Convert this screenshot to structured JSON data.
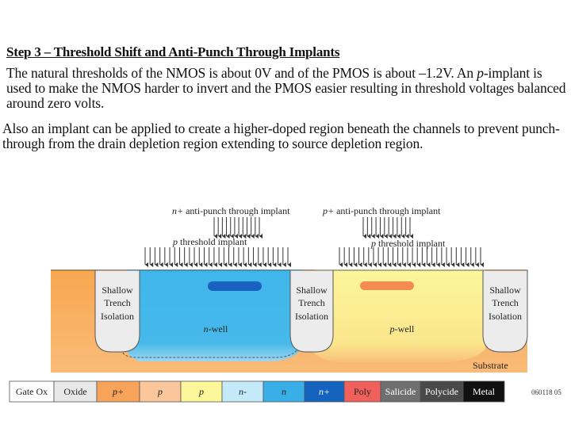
{
  "title": "Step 3 – Threshold Shift and Anti-Punch Through Implants",
  "paragraph1": {
    "t1": "The natural thresholds of the NMOS is about 0V and of the PMOS is about –1.2V.  An ",
    "t2": "p",
    "t3": "-implant is used to make the NMOS harder to invert and the PMOS easier resulting in threshold voltages balanced around zero volts."
  },
  "paragraph2": "Also an implant can be applied to create a higher-doped region beneath the channels to prevent punch-through from the drain depletion region extending to source depletion region.",
  "diagram": {
    "implant_left": {
      "sym": "n+",
      "text": " anti-punch through implant"
    },
    "implant_right": {
      "sym": "p+",
      "text": " anti-punch through implant"
    },
    "threshold_left": {
      "sym": "p",
      "text": " threshold implant"
    },
    "threshold_right": {
      "sym": "p",
      "text": " threshold implant"
    },
    "sti_line1": "Shallow",
    "sti_line2": "Trench",
    "sti_line3": "Isolation",
    "nwell_sym": "n",
    "nwell_text": "-well",
    "pwell_sym": "p",
    "pwell_text": "-well",
    "substrate": "Substrate",
    "figure_id": "060118 05"
  },
  "legend": {
    "items": [
      {
        "label": "Gate Ox",
        "color": "#ffffff",
        "text_color": "#222222",
        "italic": false
      },
      {
        "label": "Oxide",
        "color": "#e8e8e8",
        "text_color": "#222222",
        "italic": false
      },
      {
        "label": "p+",
        "color": "#f7a35a",
        "text_color": "#222222",
        "italic": true
      },
      {
        "label": "p",
        "color": "#fbc69a",
        "text_color": "#222222",
        "italic": true
      },
      {
        "label": "p",
        "color": "#fbf79a",
        "text_color": "#222222",
        "italic": true
      },
      {
        "label": "n-",
        "color": "#c4e9f9",
        "text_color": "#222222",
        "italic": true
      },
      {
        "label": "n",
        "color": "#3aaee6",
        "text_color": "#222222",
        "italic": true
      },
      {
        "label": "n+",
        "color": "#1363bf",
        "text_color": "#ffffff",
        "italic": true
      },
      {
        "label": "Poly",
        "color": "#f0615c",
        "text_color": "#222222",
        "italic": false
      },
      {
        "label": "Salicide",
        "color": "#6f6f6f",
        "text_color": "#ffffff",
        "italic": false
      },
      {
        "label": "Polycide",
        "color": "#4a4a4a",
        "text_color": "#ffffff",
        "italic": false
      },
      {
        "label": "Metal",
        "color": "#111111",
        "text_color": "#ffffff",
        "italic": false
      }
    ]
  }
}
